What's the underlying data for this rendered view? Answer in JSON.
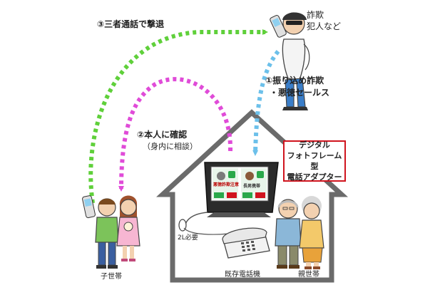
{
  "labels": {
    "fraudster_line1": "詐欺",
    "fraudster_line2": "犯人など",
    "step1_line1": "①振り込め詐欺",
    "step1_line2": "・悪徳セールス",
    "step2_line1": "②本人に確認",
    "step2_line2": "（身内に相談）",
    "step3": "③三者通話で撃退",
    "device_line1": "デジタル",
    "device_line2": "フォトフレーム型",
    "device_line3": "電話アダプター",
    "child_household": "子世帯",
    "parent_household": "親世帯",
    "existing_phone": "既存電話機",
    "line_note": "2L必要",
    "screen_left": "悪徳詐欺注意",
    "screen_right": "長男携帯"
  },
  "colors": {
    "arrow_step1": "#6cc0ea",
    "arrow_step2": "#e04bd8",
    "arrow_step3": "#5fd03a",
    "device_border": "#d0141e",
    "house_outline": "#6b6b6b"
  }
}
